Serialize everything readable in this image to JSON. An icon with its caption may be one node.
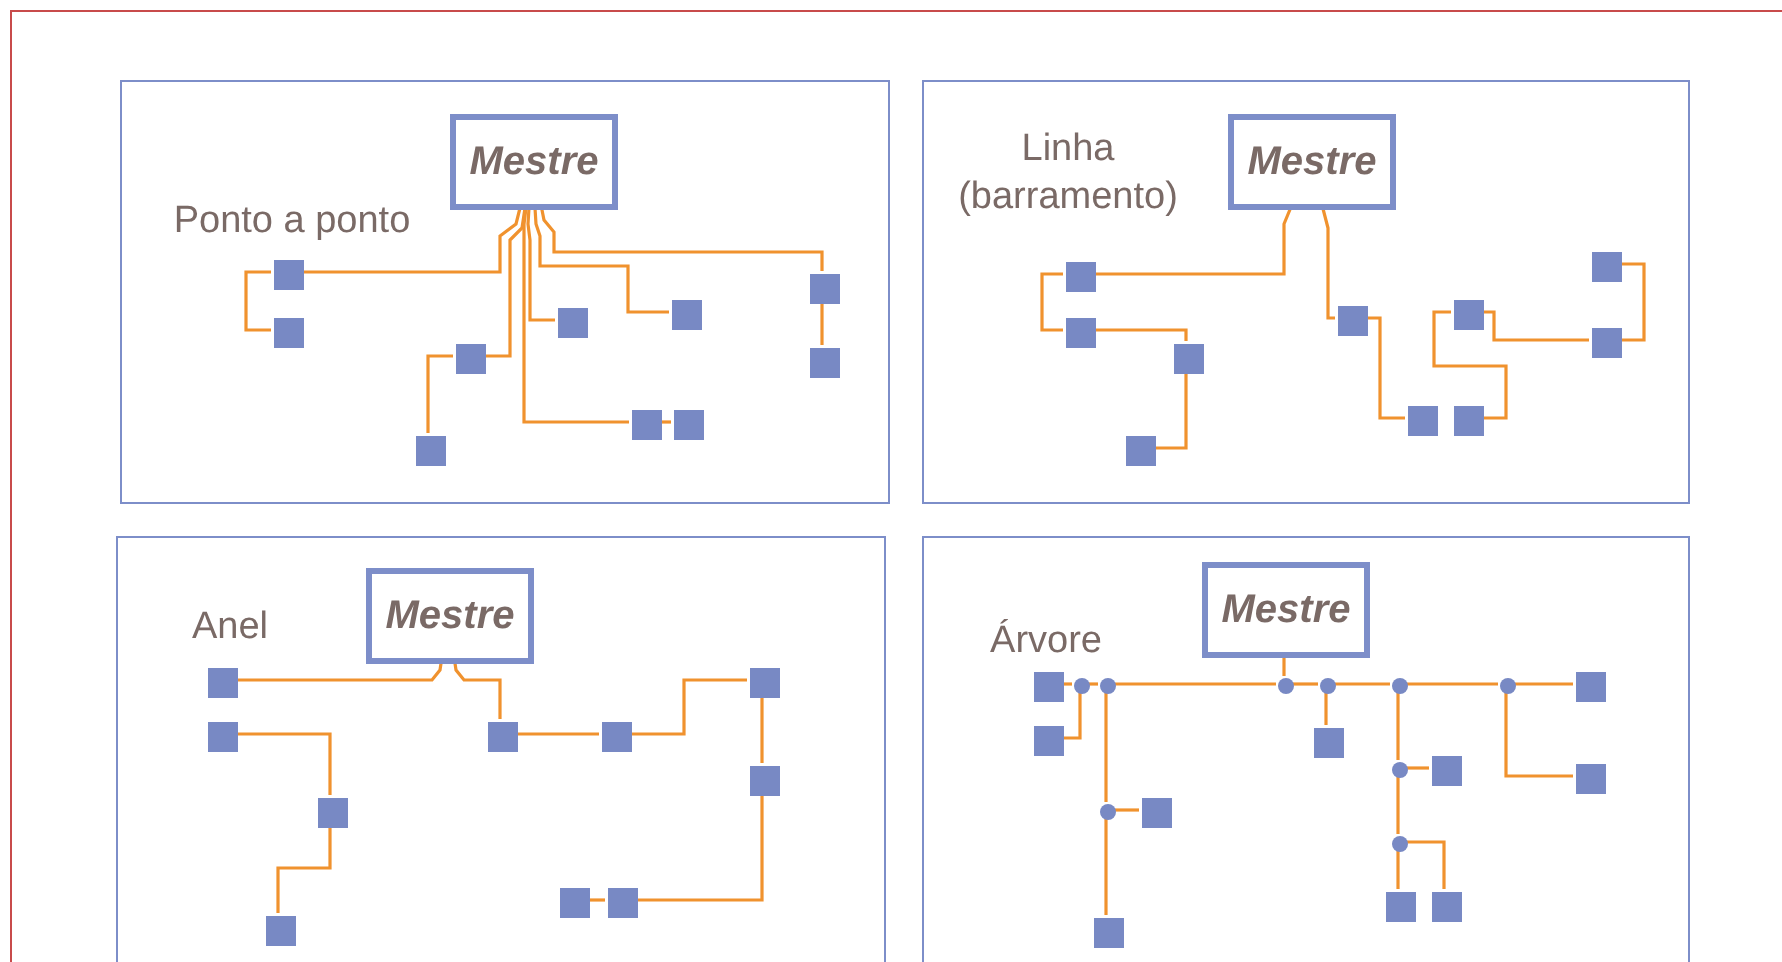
{
  "diagram": {
    "nodes": [
      {
        "text": [
          "Ponto a ponto"
        ]
      },
      {
        "text": [
          "Mestre"
        ],
        "in": 0
      },
      {
        "text": [],
        "shape": "box",
        "in": 0
      },
      {
        "text": [],
        "shape": "box",
        "in": 0
      },
      {
        "text": [],
        "shape": "box",
        "in": 0
      },
      {
        "text": [],
        "shape": "box",
        "in": 0
      },
      {
        "text": [],
        "shape": "box",
        "in": 0
      },
      {
        "text": [],
        "shape": "box",
        "in": 0
      },
      {
        "text": [],
        "shape": "box",
        "in": 0
      },
      {
        "text": [],
        "shape": "box",
        "in": 0
      },
      {
        "text": [],
        "shape": "box",
        "in": 0
      },
      {
        "text": [],
        "shape": "box",
        "in": 0
      },
      {
        "text": [
          "Linha (barramento)"
        ]
      },
      {
        "text": [
          "Mestre"
        ],
        "in": 12
      },
      {
        "text": [],
        "shape": "box",
        "in": 12
      },
      {
        "text": [],
        "shape": "box",
        "in": 12
      },
      {
        "text": [],
        "shape": "box",
        "in": 12
      },
      {
        "text": [],
        "shape": "box",
        "in": 12
      },
      {
        "text": [],
        "shape": "box",
        "in": 12
      },
      {
        "text": [],
        "shape": "box",
        "in": 12
      },
      {
        "text": [],
        "shape": "box",
        "in": 12
      },
      {
        "text": [],
        "shape": "box",
        "in": 12
      },
      {
        "text": [],
        "shape": "box",
        "in": 12
      },
      {
        "text": [],
        "shape": "box",
        "in": 12
      },
      {
        "text": [
          "Anel"
        ]
      },
      {
        "text": [
          "Mestre"
        ],
        "in": 24
      },
      {
        "text": [],
        "shape": "box",
        "in": 24
      },
      {
        "text": [],
        "shape": "box",
        "in": 24
      },
      {
        "text": [],
        "shape": "box",
        "in": 24
      },
      {
        "text": [],
        "shape": "box",
        "in": 24
      },
      {
        "text": [],
        "shape": "box",
        "in": 24
      },
      {
        "text": [],
        "shape": "box",
        "in": 24
      },
      {
        "text": [],
        "shape": "box",
        "in": 24
      },
      {
        "text": [],
        "shape": "box",
        "in": 24
      },
      {
        "text": [],
        "shape": "box",
        "in": 24
      },
      {
        "text": [],
        "shape": "box",
        "in": 24
      },
      {
        "text": [
          "Árvore"
        ]
      },
      {
        "text": [
          "Mestre"
        ],
        "in": 36
      },
      {
        "text": [],
        "shape": "circle",
        "in": 36
      },
      {
        "text": [],
        "shape": "circle",
        "in": 36
      },
      {
        "text": [],
        "shape": "circle",
        "in": 36
      },
      {
        "text": [],
        "shape": "circle",
        "in": 36
      },
      {
        "text": [],
        "shape": "circle",
        "in": 36
      },
      {
        "text": [],
        "shape": "circle",
        "in": 36
      },
      {
        "text": [],
        "shape": "circle",
        "in": 36
      },
      {
        "text": [],
        "shape": "circle",
        "in": 36
      },
      {
        "text": [],
        "shape": "circle",
        "in": 36
      },
      {
        "text": [],
        "shape": "box",
        "in": 36
      },
      {
        "text": [],
        "shape": "box",
        "in": 36
      },
      {
        "text": [],
        "shape": "box",
        "in": 36
      },
      {
        "text": [],
        "shape": "box",
        "in": 36
      },
      {
        "text": [],
        "shape": "box",
        "in": 36
      },
      {
        "text": [],
        "shape": "box",
        "in": 36
      },
      {
        "text": [],
        "shape": "box",
        "in": 36
      },
      {
        "text": [],
        "shape": "box",
        "in": 36
      },
      {
        "text": [],
        "shape": "box",
        "in": 36
      },
      {
        "text": [],
        "shape": "box",
        "in": 36
      }
    ],
    "edges": [
      {
        "from": 1,
        "to": 2,
        "arrow": "none"
      },
      {
        "from": 2,
        "to": 3,
        "arrow": "none"
      },
      {
        "from": 1,
        "to": 4,
        "arrow": "none"
      },
      {
        "from": 4,
        "to": 5,
        "arrow": "none"
      },
      {
        "from": 1,
        "to": 6,
        "arrow": "none"
      },
      {
        "from": 1,
        "to": 7,
        "arrow": "none"
      },
      {
        "from": 1,
        "to": 8,
        "arrow": "none"
      },
      {
        "from": 8,
        "to": 9,
        "arrow": "none"
      },
      {
        "from": 1,
        "to": 10,
        "arrow": "none"
      },
      {
        "from": 10,
        "to": 11,
        "arrow": "none"
      },
      {
        "from": 13,
        "to": 14,
        "arrow": "none"
      },
      {
        "from": 14,
        "to": 15,
        "arrow": "none"
      },
      {
        "from": 15,
        "to": 16,
        "arrow": "none"
      },
      {
        "from": 16,
        "to": 17,
        "arrow": "none"
      },
      {
        "from": 13,
        "to": 18,
        "arrow": "none"
      },
      {
        "from": 18,
        "to": 19,
        "arrow": "none"
      },
      {
        "from": 20,
        "to": 21,
        "arrow": "none"
      },
      {
        "from": 21,
        "to": 22,
        "arrow": "none"
      },
      {
        "from": 22,
        "to": 23,
        "arrow": "none"
      },
      {
        "from": 25,
        "to": 26,
        "arrow": "none"
      },
      {
        "from": 25,
        "to": 27,
        "arrow": "none"
      },
      {
        "from": 27,
        "to": 28,
        "arrow": "none"
      },
      {
        "from": 28,
        "to": 29,
        "arrow": "none"
      },
      {
        "from": 29,
        "to": 30,
        "arrow": "none"
      },
      {
        "from": 30,
        "to": 31,
        "arrow": "none"
      },
      {
        "from": 31,
        "to": 32,
        "arrow": "none"
      },
      {
        "from": 33,
        "to": 34,
        "arrow": "none"
      },
      {
        "from": 34,
        "to": 35,
        "arrow": "none"
      },
      {
        "from": 37,
        "to": 40,
        "arrow": "none"
      },
      {
        "from": 40,
        "to": 39,
        "arrow": "none"
      },
      {
        "from": 39,
        "to": 38,
        "arrow": "none"
      },
      {
        "from": 38,
        "to": 47,
        "arrow": "none"
      },
      {
        "from": 38,
        "to": 48,
        "arrow": "none"
      },
      {
        "from": 39,
        "to": 44,
        "arrow": "none"
      },
      {
        "from": 44,
        "to": 53,
        "arrow": "none"
      },
      {
        "from": 44,
        "to": 54,
        "arrow": "none"
      },
      {
        "from": 40,
        "to": 41,
        "arrow": "none"
      },
      {
        "from": 41,
        "to": 49,
        "arrow": "none"
      },
      {
        "from": 41,
        "to": 42,
        "arrow": "none"
      },
      {
        "from": 42,
        "to": 45,
        "arrow": "none"
      },
      {
        "from": 45,
        "to": 52,
        "arrow": "none"
      },
      {
        "from": 45,
        "to": 46,
        "arrow": "none"
      },
      {
        "from": 46,
        "to": 55,
        "arrow": "none"
      },
      {
        "from": 46,
        "to": 56,
        "arrow": "none"
      },
      {
        "from": 42,
        "to": 43,
        "arrow": "none"
      },
      {
        "from": 43,
        "to": 50,
        "arrow": "none"
      },
      {
        "from": 43,
        "to": 51,
        "arrow": "none"
      }
    ]
  }
}
